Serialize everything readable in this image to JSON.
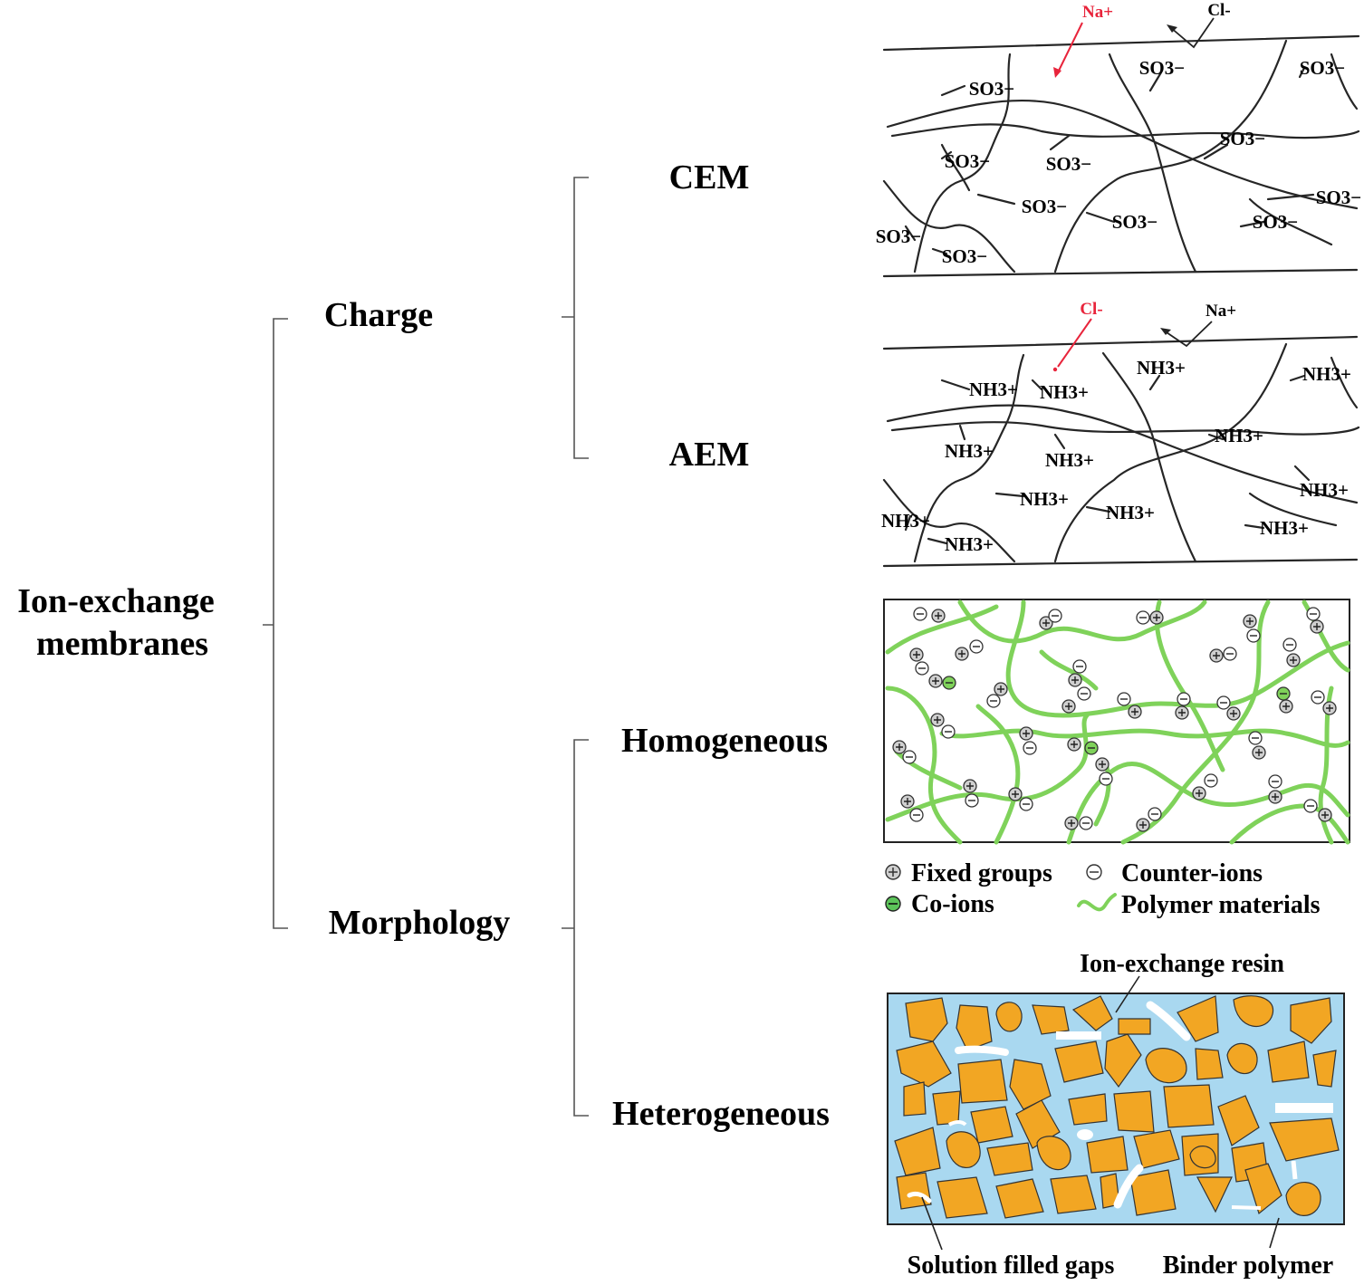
{
  "root": {
    "line1": "Ion-exchange",
    "line2": "membranes"
  },
  "categories": {
    "charge": "Charge",
    "morphology": "Morphology"
  },
  "types": {
    "cem": "CEM",
    "aem": "AEM",
    "homogeneous": "Homogeneous",
    "heterogeneous": "Heterogeneous"
  },
  "cem_panel": {
    "ion_in": "Na+",
    "ion_out": "Cl-",
    "group": "SO3−"
  },
  "aem_panel": {
    "ion_in": "Cl-",
    "ion_out": "Na+",
    "group": "NH3+"
  },
  "homogeneous_legend": {
    "fixed_groups": "Fixed groups",
    "counter_ions": "Counter-ions",
    "co_ions": "Co-ions",
    "polymer_materials": "Polymer materials"
  },
  "heterogeneous_labels": {
    "resin": "Ion-exchange resin",
    "gaps": "Solution filled gaps",
    "binder": "Binder polymer"
  },
  "colors": {
    "highlight_ion": "#e8243b",
    "polymer": "#7fd25a",
    "resin": "#f2a623",
    "binder_bg": "#a9d8f0"
  }
}
